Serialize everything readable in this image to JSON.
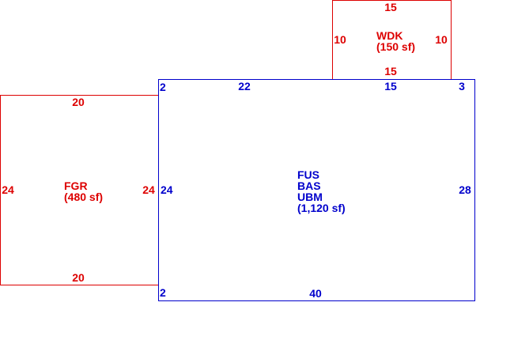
{
  "colors": {
    "main": "#0000cc",
    "attached": "#dd0000",
    "background": "#ffffff"
  },
  "areas": {
    "wdk": {
      "codes": [
        "WDK"
      ],
      "area": "(150 sf)",
      "color": "#dd0000",
      "sides": {
        "top": "15",
        "left": "10",
        "right": "10",
        "bottom": "15"
      }
    },
    "fgr": {
      "codes": [
        "FGR"
      ],
      "area": "(480 sf)",
      "color": "#dd0000",
      "sides": {
        "top": "20",
        "left": "24",
        "right": "24",
        "bottom": "20"
      }
    },
    "main": {
      "codes": [
        "FUS",
        "BAS",
        "UBM"
      ],
      "area": "(1,120 sf)",
      "color": "#0000cc",
      "sides": {
        "top_left_segment": "2",
        "top_segment_1": "22",
        "top_segment_2": "15",
        "top_right_segment": "3",
        "left": "24",
        "bottom_left_segment": "2",
        "right": "28",
        "bottom": "40"
      }
    }
  }
}
